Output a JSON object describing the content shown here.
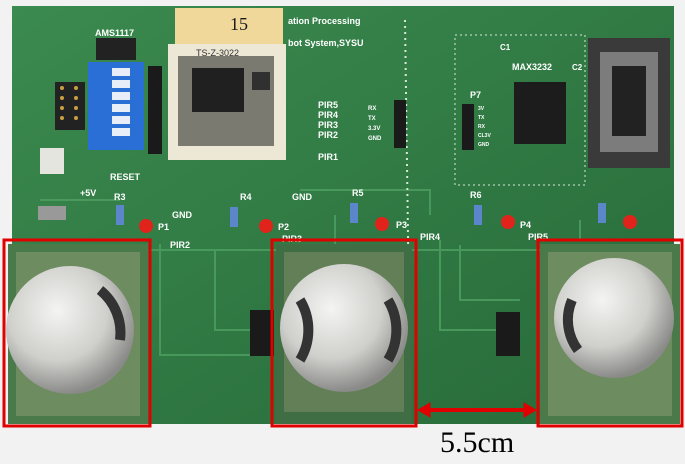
{
  "labels": {
    "handwritten_number": "15",
    "header_text_1": "ation Processing",
    "header_text_2": "bot System,SYSU",
    "regulator": "AMS1117",
    "zigbee_module": "TS-Z-3022",
    "max_chip": "MAX3232",
    "c1": "C1",
    "c2": "C2",
    "p7": "P7",
    "pir_list": [
      "PIR5",
      "PIR4",
      "PIR3",
      "PIR2"
    ],
    "pir1": "PIR1",
    "serial_pins": [
      "RX",
      "TX",
      "3.3V",
      "GND"
    ],
    "p7_pins": [
      "3V",
      "TX",
      "RX",
      "CL3V",
      "GND"
    ],
    "plus5v": "+5V",
    "reset": "RESET",
    "gnd": "GND",
    "gnd2": "GND",
    "r3": "R3",
    "r4": "R4",
    "r5": "R5",
    "r6": "R6",
    "p1": "P1",
    "p2": "P2",
    "p3": "P3",
    "p4": "P4",
    "pir2_label": "PIR2",
    "pir3_label": "PIR3",
    "pir4_label": "PIR4",
    "pir5_label": "PIR5"
  },
  "measurement": "5.5cm",
  "colors": {
    "board": "#2f7a43",
    "board_dark": "#1f5a30",
    "highlight_box": "#e00000",
    "arrow": "#e00000",
    "dome": "#dcdcd8",
    "module": "#f0d89a"
  }
}
